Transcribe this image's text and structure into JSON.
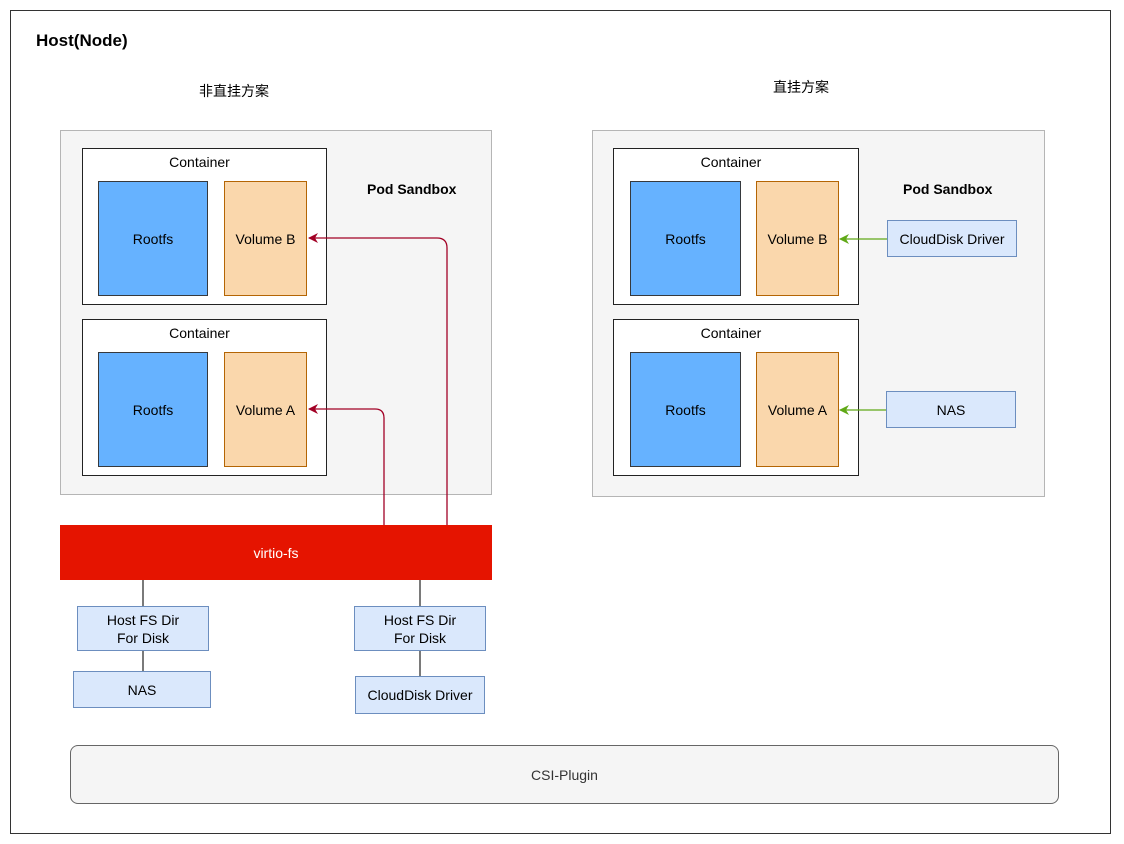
{
  "host": {
    "title": "Host(Node)"
  },
  "left": {
    "title": "非直挂方案",
    "sandbox_label": "Pod Sandbox",
    "containers": [
      {
        "label": "Container",
        "rootfs": "Rootfs",
        "volume": "Volume B"
      },
      {
        "label": "Container",
        "rootfs": "Rootfs",
        "volume": "Volume A"
      }
    ],
    "virtio": "virtio-fs",
    "host_dir_1": "Host FS Dir\nFor Disk",
    "host_dir_2": "Host FS Dir\nFor Disk",
    "nas": "NAS",
    "clouddisk": "CloudDisk Driver"
  },
  "right": {
    "title": "直挂方案",
    "sandbox_label": "Pod Sandbox",
    "containers": [
      {
        "label": "Container",
        "rootfs": "Rootfs",
        "volume": "Volume B"
      },
      {
        "label": "Container",
        "rootfs": "Rootfs",
        "volume": "Volume A"
      }
    ],
    "clouddisk": "CloudDisk Driver",
    "nas": "NAS"
  },
  "csi": "CSI-Plugin",
  "colors": {
    "rootfs": "#66b2ff",
    "volume": "#fad7ac",
    "virtio": "#e51400",
    "light_box": "#dae8fc",
    "red_arrow": "#a20025",
    "green_arrow": "#60a917"
  }
}
